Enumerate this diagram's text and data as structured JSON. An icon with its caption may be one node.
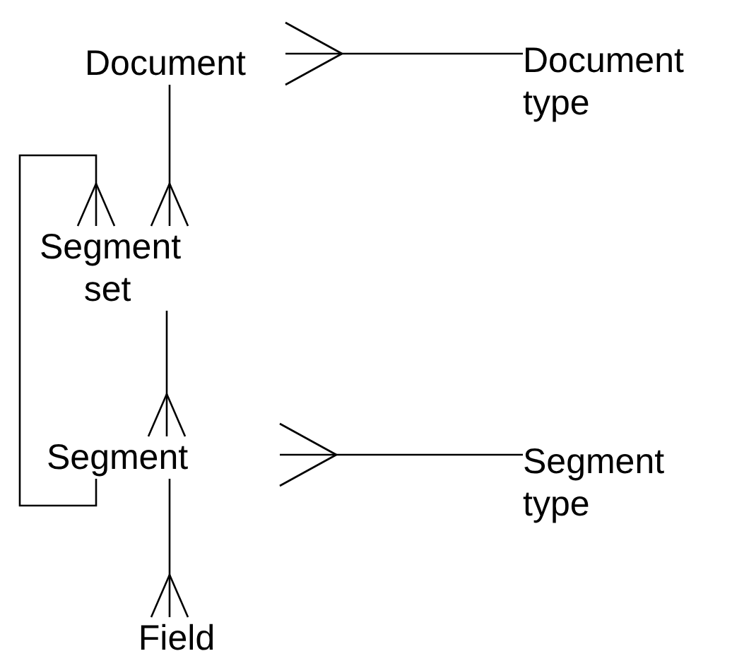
{
  "diagram": {
    "nodes": [
      {
        "text": [
          "Document"
        ]
      },
      {
        "text": [
          "Document type"
        ]
      },
      {
        "text": [
          "Segment set"
        ]
      },
      {
        "text": [
          "Segment"
        ]
      },
      {
        "text": [
          "Segment type"
        ]
      },
      {
        "text": [
          "Field"
        ]
      }
    ],
    "edges": [
      {
        "from": 1,
        "to": 0,
        "arrow": "other"
      },
      {
        "from": 0,
        "to": 2,
        "arrow": "other"
      },
      {
        "from": 2,
        "to": 3,
        "arrow": "other"
      },
      {
        "from": 3,
        "to": 2,
        "arrow": "other"
      },
      {
        "from": 4,
        "to": 3,
        "arrow": "other"
      },
      {
        "from": 3,
        "to": 5,
        "arrow": "other"
      }
    ]
  }
}
